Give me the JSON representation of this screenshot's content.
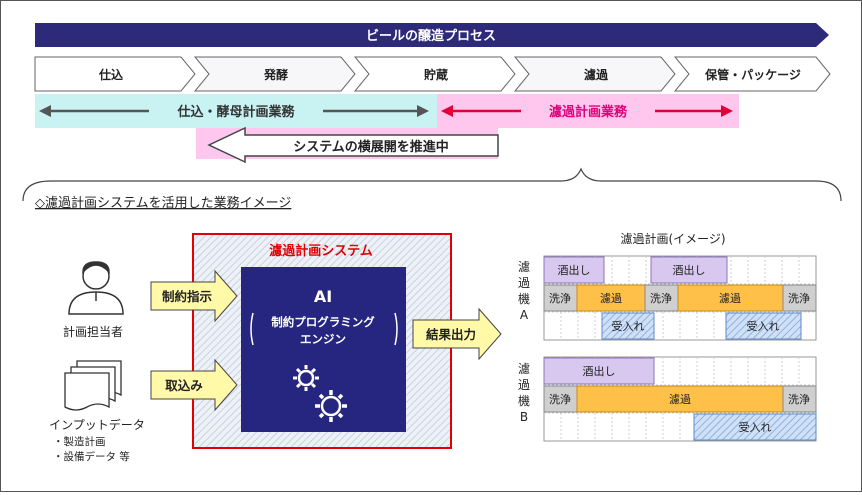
{
  "banner": {
    "title": "ビールの醸造プロセス"
  },
  "process_steps": [
    "仕込",
    "発酵",
    "貯蔵",
    "濾過",
    "保管・パッケージ"
  ],
  "bands": {
    "left": {
      "label": "仕込・酵母計画業務",
      "color": "#c9f3f3"
    },
    "right": {
      "label": "濾過計画業務",
      "color": "#ffc7ee",
      "text_color": "#e0007a"
    }
  },
  "rollout": {
    "label": "システムの横展開を推進中"
  },
  "section": {
    "title": "◇濾過計画システムを活用した業務イメージ"
  },
  "system": {
    "title": "濾過計画システム",
    "ai": "AI",
    "engine_line1": "制約プログラミング",
    "engine_line2": "エンジン"
  },
  "inputs": {
    "constraint": "制約指示",
    "import": "取込み",
    "output": "結果出力"
  },
  "actors": {
    "planner": "計画担当者",
    "input_data": "インプットデータ",
    "input_item1": "・製造計画",
    "input_item2": "・設備データ 等"
  },
  "schedule": {
    "title": "濾過計画(イメージ)",
    "machine_a": [
      "濾",
      "過",
      "機",
      "A"
    ],
    "machine_b": [
      "濾",
      "過",
      "機",
      "B"
    ],
    "labels": {
      "sake_out": "酒出し",
      "wash": "洗浄",
      "filter": "濾過",
      "receive": "受入れ"
    }
  },
  "colors": {
    "banner": "#2e2a7a",
    "system_box": "#262680",
    "system_frame": "#e00000",
    "arrow_fill": "#fff9a8",
    "purple": "#d8c8f0",
    "orange": "#ffc04a",
    "blue_hatch": "#a8c8f0",
    "gray": "#cfcfcf"
  }
}
